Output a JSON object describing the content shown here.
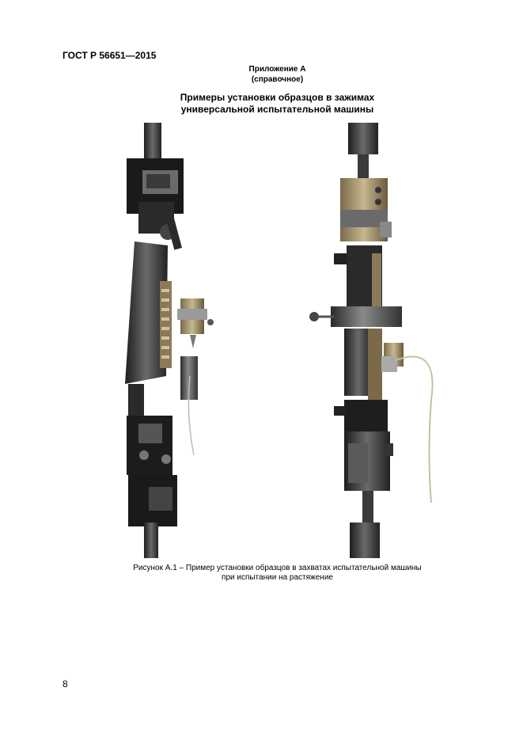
{
  "header": {
    "standard": "ГОСТ Р 56651—2015"
  },
  "annex": {
    "title": "Приложение А",
    "subtitle": "(справочное)"
  },
  "heading": {
    "line1": "Примеры установки образцов в зажимах",
    "line2": "универсальной испытательной машины"
  },
  "figure": {
    "caption_line1": "Рисунок А.1 – Пример установки образцов в захватах испытательной машины",
    "caption_line2": "при испытании на растяжение"
  },
  "footer": {
    "page_number": "8"
  }
}
